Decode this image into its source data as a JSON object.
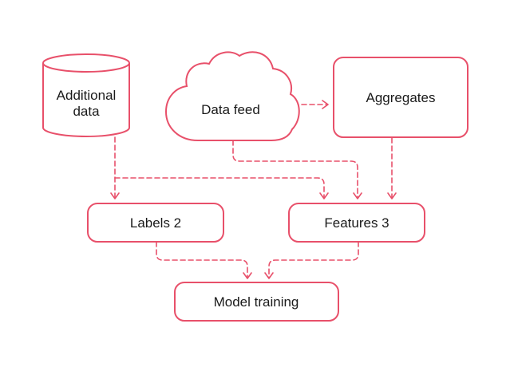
{
  "colors": {
    "accent": "#e8506a",
    "text": "#1a1a1a",
    "background": "#ffffff"
  },
  "nodes": {
    "additional_data": {
      "label_line1": "Additional",
      "label_line2": "data",
      "shape": "cylinder"
    },
    "data_feed": {
      "label": "Data feed",
      "shape": "cloud"
    },
    "aggregates": {
      "label": "Aggregates",
      "shape": "rounded-rectangle"
    },
    "labels": {
      "label": "Labels 2",
      "shape": "rounded-rectangle"
    },
    "features": {
      "label": "Features 3",
      "shape": "rounded-rectangle"
    },
    "model_training": {
      "label": "Model training",
      "shape": "rounded-rectangle"
    }
  },
  "edges": [
    {
      "from": "Data feed",
      "to": "Aggregates",
      "style": "dashed"
    },
    {
      "from": "Additional data",
      "to": "Labels 2",
      "style": "dashed"
    },
    {
      "from": "Additional data",
      "to": "Features 3",
      "style": "dashed"
    },
    {
      "from": "Data feed",
      "to": "Features 3",
      "style": "dashed"
    },
    {
      "from": "Aggregates",
      "to": "Features 3",
      "style": "dashed"
    },
    {
      "from": "Labels 2",
      "to": "Model training",
      "style": "dashed"
    },
    {
      "from": "Features 3",
      "to": "Model training",
      "style": "dashed"
    }
  ]
}
